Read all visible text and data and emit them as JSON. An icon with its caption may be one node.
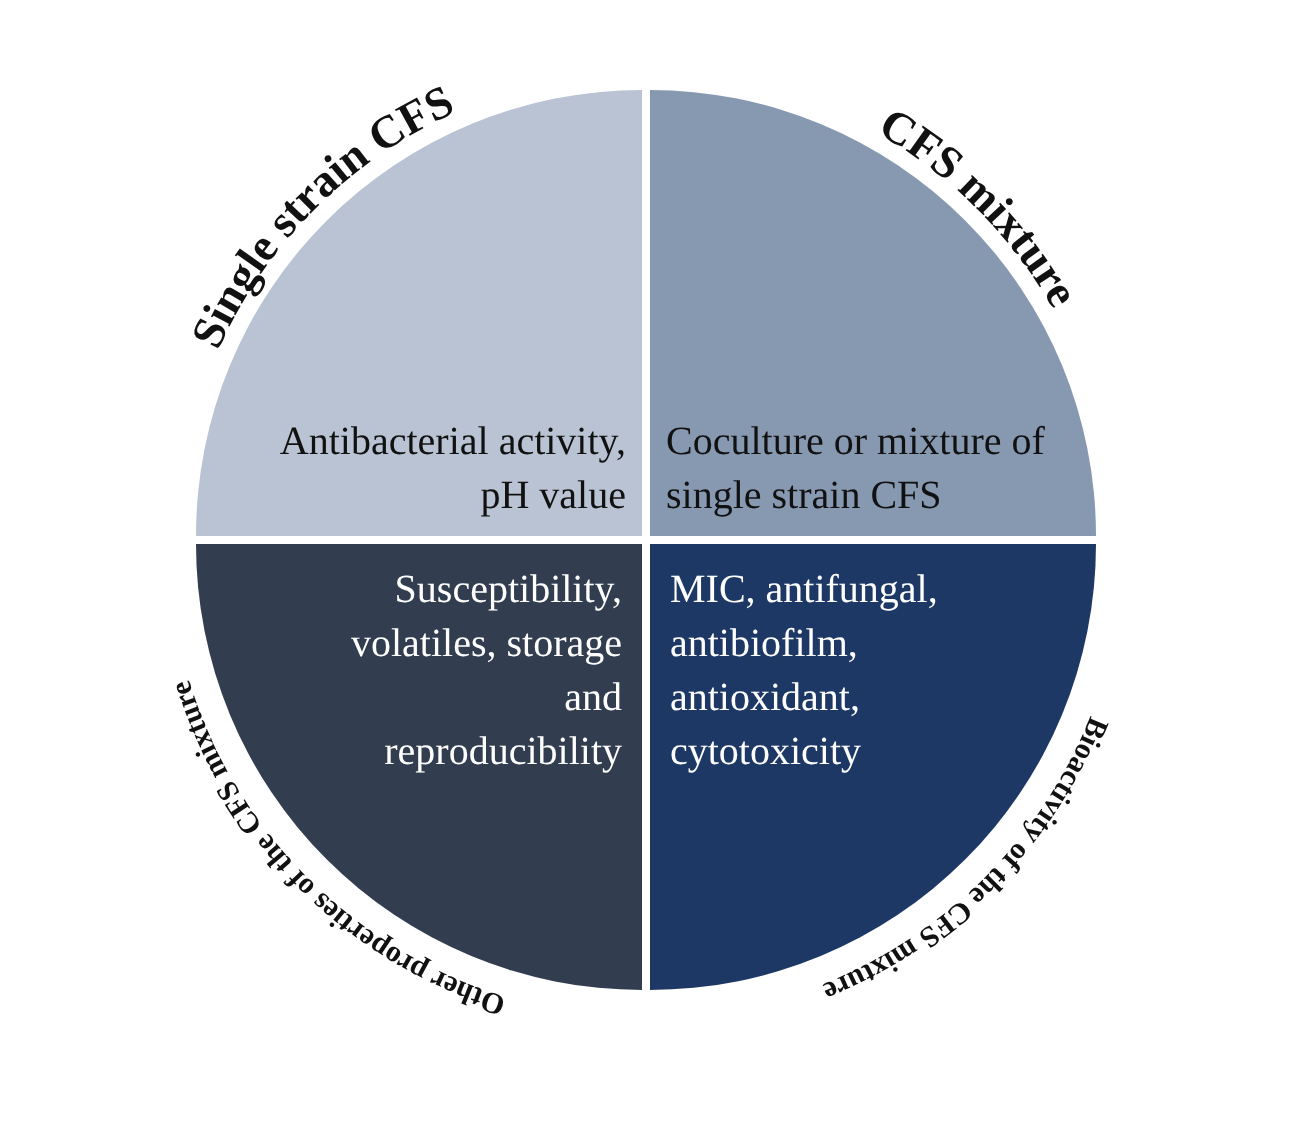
{
  "diagram": {
    "nodes": [
      {
        "text": [
          "Single strain CFS",
          "Antibacterial activity, pH value"
        ]
      },
      {
        "text": [
          "CFS mixture",
          "Coculture or mixture of single strain CFS"
        ]
      },
      {
        "text": [
          "Other properties of the CFS mixture",
          "Susceptibility, volatiles, storage and reproducibility"
        ]
      },
      {
        "text": [
          "Bioactivity of the CFS mixture",
          "MIC, antifungal, antibiofilm, antioxidant, cytotoxicity"
        ]
      }
    ]
  }
}
